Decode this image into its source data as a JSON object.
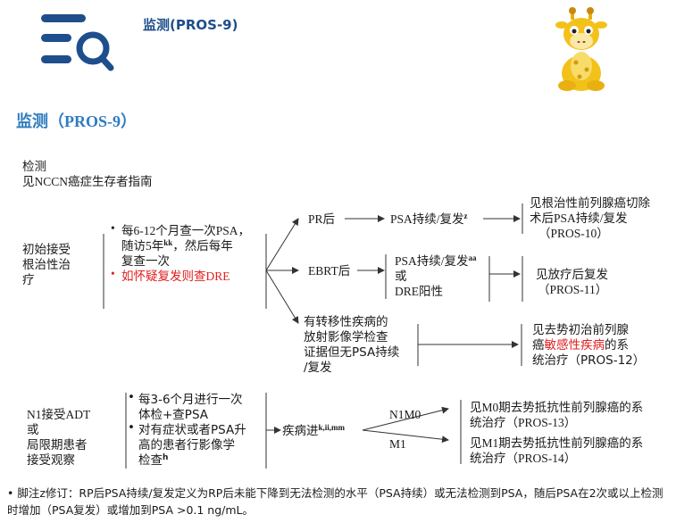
{
  "header": {
    "title": "监测(PROS-9)",
    "logo_icon": "list-search-icon",
    "mascot_icon": "giraffe-mascot-icon",
    "logo_color": "#1f4e8c"
  },
  "page_title": "监测（PROS-9）",
  "surveillance": {
    "line1": "检测",
    "line2": "见NCCN癌症生存者指南"
  },
  "top_flow": {
    "initial": [
      "初始接受",
      "根治性治",
      "疗"
    ],
    "bullet1": [
      "每6-12个月查一次PSA，",
      "随访5年",
      "，然后每年",
      "复查一次"
    ],
    "bullet1_sup": "kk",
    "bullet2": "如怀疑复发则查DRE",
    "pr": {
      "label": "PR后",
      "outcome": "PSA持续/复发",
      "outcome_sup": "z",
      "result": [
        "见根治性前列腺癌切除",
        "术后PSA持续/复发",
        "（PROS-10）"
      ]
    },
    "ebrt": {
      "label": "EBRT后",
      "outcome": [
        "PSA持续/复发",
        "或",
        "DRE阳性"
      ],
      "outcome_sup": "aa",
      "result": [
        "见放疗后复发",
        "（PROS-11）"
      ]
    },
    "metastatic": {
      "label": [
        "有转移性疾病的",
        "放射影像学检查",
        "证据但无PSA持续",
        "/复发"
      ],
      "result": [
        "见去势初治前列腺",
        "癌",
        "敏感性疾病",
        "的系",
        "统治疗（PROS-12）"
      ]
    }
  },
  "bottom_flow": {
    "initial": [
      "N1接受ADT",
      "或",
      "局限期患者",
      "接受观察"
    ],
    "bullet1": [
      "每3-6个月进行一次",
      "体检+查PSA"
    ],
    "bullet2": [
      "对有症状或者PSA升",
      "高的患者行影像学",
      "检查"
    ],
    "bullet2_sup": "h",
    "progression": "疾病进",
    "progression_sup": "k,ii,mm",
    "n1m0": {
      "label": "N1M0",
      "result": [
        "见M0期去势抵抗性前列腺癌的系",
        "统治疗（PROS-13）"
      ]
    },
    "m1": {
      "label": "M1",
      "result": [
        "见M1期去势抵抗性前列腺癌的系",
        "统治疗（PROS-14）"
      ]
    }
  },
  "footnote": "• 脚注z修订：RP后PSA持续/复发定义为RP后未能下降到无法检测的水平（PSA持续）或无法检测到PSA，随后PSA在2次或以上检测时增加（PSA复发）或增加到PSA >0.1 ng/mL。"
}
